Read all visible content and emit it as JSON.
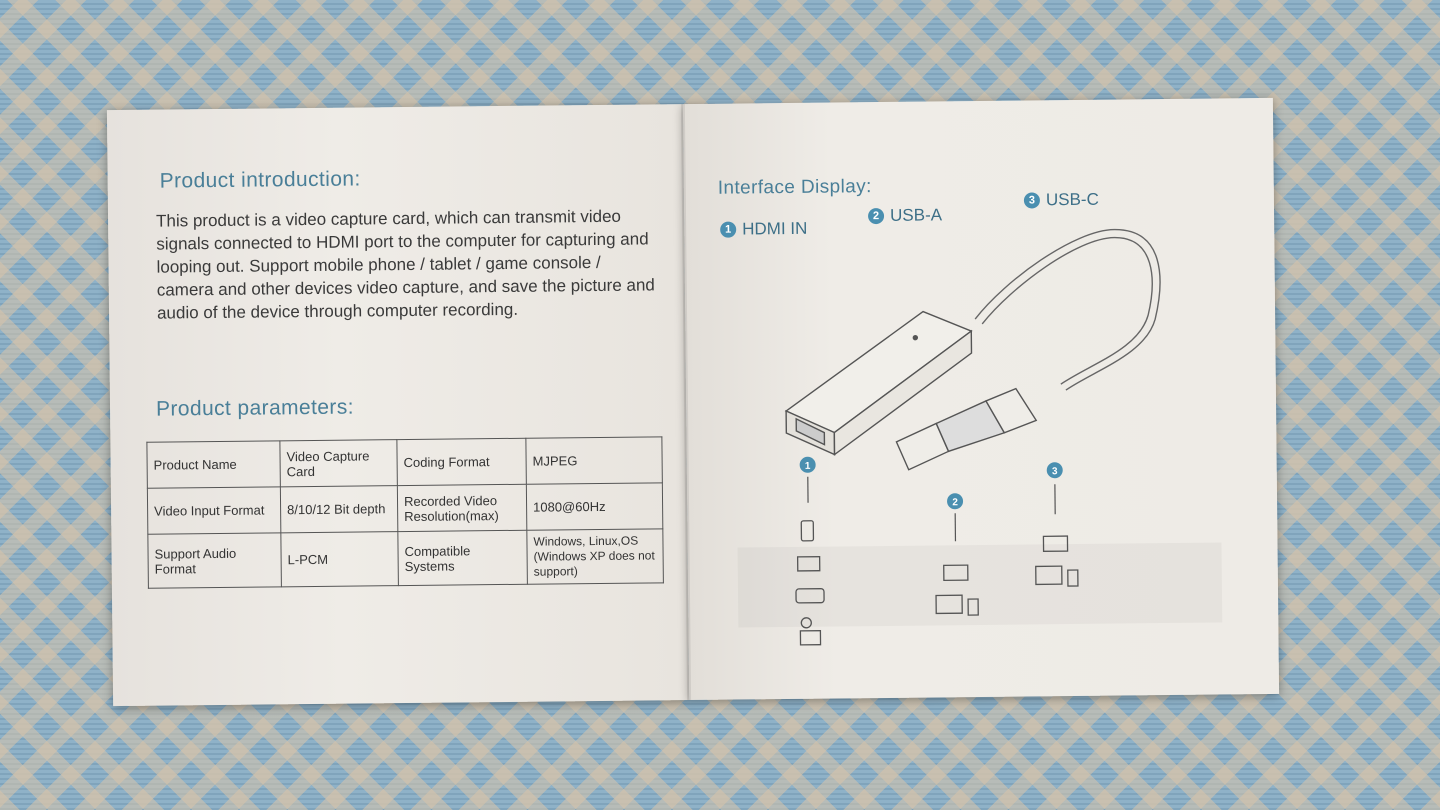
{
  "left_page": {
    "intro_heading": "Product introduction:",
    "intro_text": "This product is a video capture card, which can transmit video signals connected to HDMI port to the computer for capturing and looping out. Support mobile phone / tablet / game console / camera and other devices video capture, and save the picture and audio of the device through computer recording.",
    "params_heading": "Product parameters:",
    "table": [
      [
        "Product Name",
        "Video Capture Card",
        "Coding Format",
        "MJPEG"
      ],
      [
        "Video Input Format",
        "8/10/12 Bit depth",
        "Recorded Video Resolution(max)",
        "1080@60Hz"
      ],
      [
        "Support Audio Format",
        "L-PCM",
        "Compatible Systems",
        "Windows, Linux,OS (Windows XP does not support)"
      ]
    ]
  },
  "right_page": {
    "heading": "Interface Display:",
    "ports": [
      {
        "num": "1",
        "label": "HDMI IN"
      },
      {
        "num": "2",
        "label": "USB-A"
      },
      {
        "num": "3",
        "label": "USB-C"
      }
    ],
    "device_icons": {
      "hdmi_in": [
        "phone-icon",
        "laptop-icon",
        "game-console-icon",
        "camera-icon"
      ],
      "usb_a": [
        "laptop-icon",
        "desktop-phone-icon"
      ],
      "usb_c": [
        "laptop-icon",
        "desktop-phone-icon"
      ]
    }
  },
  "colors": {
    "heading": "#4a7f98",
    "badge": "#4a8fb0",
    "paper": "#eeebe6"
  }
}
